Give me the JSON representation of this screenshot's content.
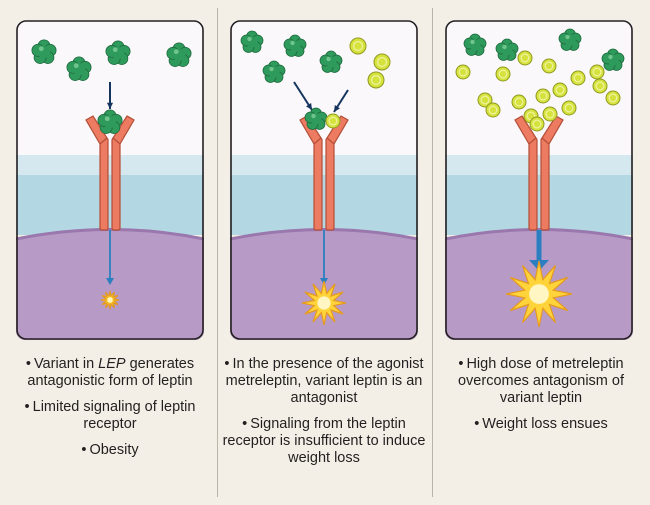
{
  "panels": [
    {
      "bullets": [
        {
          "pre": "Variant in ",
          "italic": "LEP",
          "post": " generates antagonistic form of leptin"
        },
        {
          "pre": "Limited signaling of leptin receptor",
          "italic": "",
          "post": ""
        },
        {
          "pre": "Obesity",
          "italic": "",
          "post": ""
        }
      ],
      "signal_strength": "low"
    },
    {
      "bullets": [
        {
          "pre": "In the presence of the agonist metreleptin, variant leptin is an antagonist",
          "italic": "",
          "post": ""
        },
        {
          "pre": "Signaling from the leptin receptor is insufficient to induce weight loss",
          "italic": "",
          "post": ""
        }
      ],
      "signal_strength": "medium"
    },
    {
      "bullets": [
        {
          "pre": "High dose of metreleptin overcomes antagonism of variant leptin",
          "italic": "",
          "post": ""
        },
        {
          "pre": "Weight loss ensues",
          "italic": "",
          "post": ""
        }
      ],
      "signal_strength": "high"
    }
  ],
  "colors": {
    "extracellular": "#fbf8fb",
    "membrane_blue": "#b3d7e3",
    "cytoplasm_purple": "#b79ac6",
    "receptor": "#ec7b61",
    "variant_leptin": "#2e9a5b",
    "metreleptin": "#d6e23d",
    "signal_line": "#2b7fc0",
    "signal_burst": "#ffd33a"
  },
  "icons": [
    "variant-leptin-icon",
    "metreleptin-icon",
    "leptin-receptor-icon",
    "signal-arrow-icon",
    "signal-burst-icon"
  ]
}
